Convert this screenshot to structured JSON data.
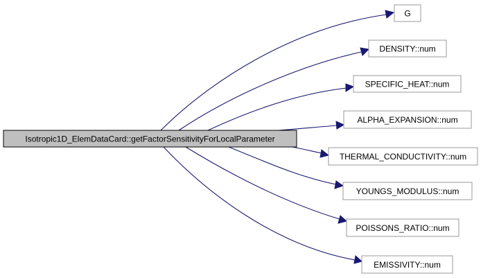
{
  "diagram": {
    "type": "call-graph",
    "source": {
      "label": "Isotropic1D_ElemDataCard::getFactorSensitivityForLocalParameter"
    },
    "targets": [
      {
        "label": "G"
      },
      {
        "label": "DENSITY::num"
      },
      {
        "label": "SPECIFIC_HEAT::num"
      },
      {
        "label": "ALPHA_EXPANSION::num"
      },
      {
        "label": "THERMAL_CONDUCTIVITY::num"
      },
      {
        "label": "YOUNGS_MODULUS::num"
      },
      {
        "label": "POISSONS_RATIO::num"
      },
      {
        "label": "EMISSIVITY::num"
      }
    ],
    "colors": {
      "edge": "#191970",
      "main_node_fill": "#bfbfbf",
      "main_node_border": "#000000",
      "node_fill": "#ffffff",
      "node_border": "#999999",
      "text": "#000000"
    }
  }
}
